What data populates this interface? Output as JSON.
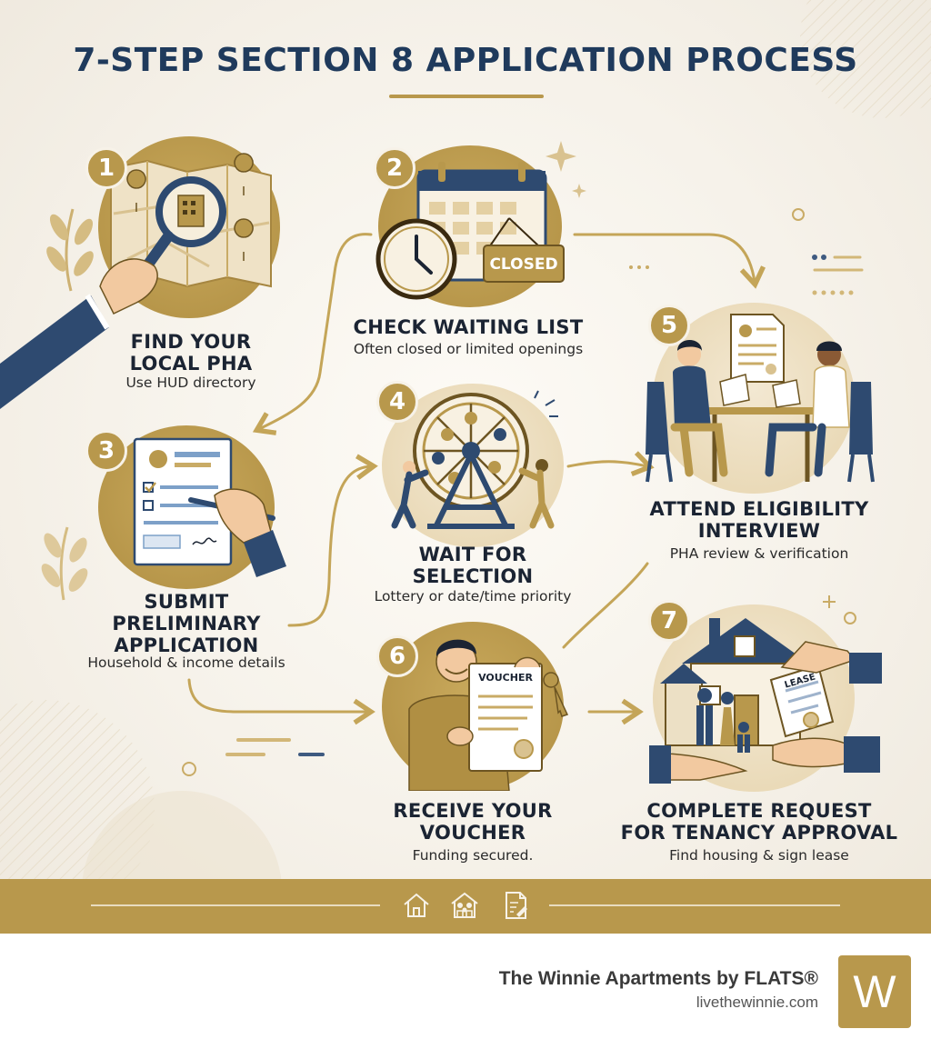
{
  "title": "7-STEP SECTION 8 APPLICATION PROCESS",
  "colors": {
    "navy": "#1f3a5c",
    "gold": "#b8984c",
    "cream": "#f6f2ea"
  },
  "steps": [
    {
      "number": "1",
      "title_lines": [
        "FIND YOUR",
        "LOCAL PHA"
      ],
      "desc": "Use HUD directory",
      "icon": "map-magnifier-icon"
    },
    {
      "number": "2",
      "title_lines": [
        "CHECK WAITING LIST"
      ],
      "desc": "Often closed or limited openings",
      "icon": "calendar-clock-icon",
      "sign": "CLOSED"
    },
    {
      "number": "3",
      "title_lines": [
        "SUBMIT",
        "PRELIMINARY",
        "APPLICATION"
      ],
      "desc": "Household & income details",
      "icon": "application-form-icon"
    },
    {
      "number": "4",
      "title_lines": [
        "WAIT FOR",
        "SELECTION"
      ],
      "desc": "Lottery or date/time priority",
      "icon": "lottery-wheel-icon"
    },
    {
      "number": "5",
      "title_lines": [
        "ATTEND ELIGIBILITY",
        "INTERVIEW"
      ],
      "desc": "PHA review & verification",
      "icon": "interview-icon"
    },
    {
      "number": "6",
      "title_lines": [
        "RECEIVE YOUR",
        "VOUCHER"
      ],
      "desc": "Funding secured.",
      "icon": "voucher-icon",
      "sign": "VOUCHER"
    },
    {
      "number": "7",
      "title_lines": [
        "COMPLETE REQUEST",
        "FOR TENANCY APPROVAL"
      ],
      "desc": "Find housing & sign lease",
      "icon": "house-lease-icon",
      "sign": "LEASE"
    }
  ],
  "footer_icons": [
    "house-icon",
    "family-home-icon",
    "document-icon"
  ],
  "brand": {
    "name": "The Winnie Apartments by FLATS®",
    "url": "livethewinnie.com",
    "logo_letter": "W"
  }
}
